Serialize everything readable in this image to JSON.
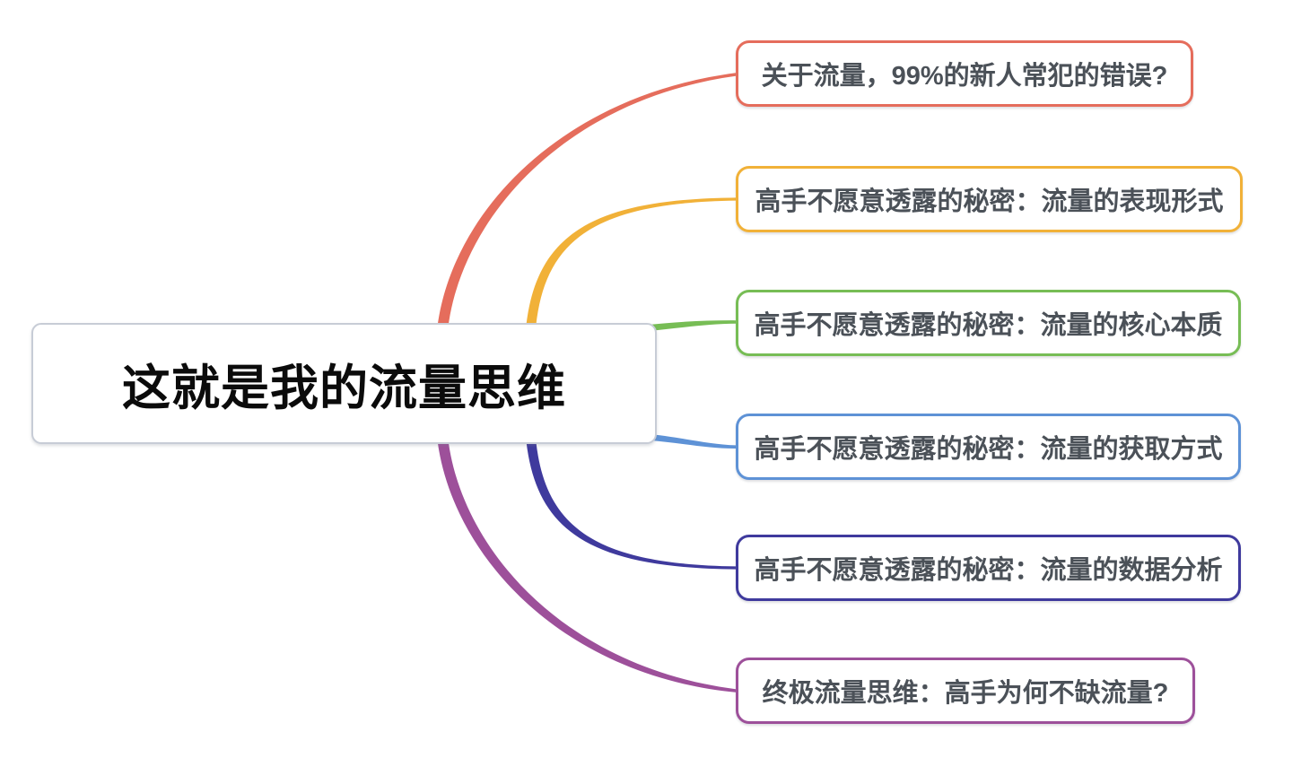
{
  "canvas": {
    "background": "#ffffff"
  },
  "central": {
    "label": "这就是我的流量思维",
    "border_color": "#c7ccd6",
    "text_color": "#0b0b0b"
  },
  "branch_text_color": "#4b5158",
  "branches": [
    {
      "label": "关于流量，99%的新人常犯的错误?",
      "color": "#e56d5c"
    },
    {
      "label": "高手不愿意透露的秘密：流量的表现形式",
      "color": "#f1b138"
    },
    {
      "label": "高手不愿意透露的秘密：流量的核心本质",
      "color": "#77bd55"
    },
    {
      "label": "高手不愿意透露的秘密：流量的获取方式",
      "color": "#5e92d6"
    },
    {
      "label": "高手不愿意透露的秘密：流量的数据分析",
      "color": "#3f3a9d"
    },
    {
      "label": "终极流量思维：高手为何不缺流量?",
      "color": "#9d509a"
    }
  ]
}
